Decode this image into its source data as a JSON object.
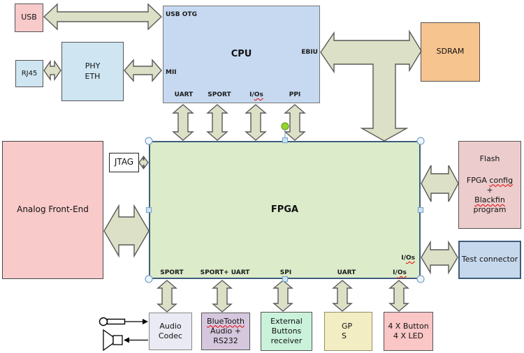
{
  "palette": {
    "arrow_fill": "#dce0c6",
    "arrow_stroke": "#595959",
    "cpu_fill": "#c6d9f0",
    "fpga_fill": "#dcecca",
    "fpga_border": "#3e5c7c",
    "sdram_fill": "#f6c48f",
    "usb_fill": "#f9caca",
    "analog_fill": "#f9caca",
    "phy_fill": "#cfe6f2",
    "flash_fill": "#eccccc",
    "test_fill": "#c6d8ec",
    "audio_fill": "#e9eaf3",
    "bluetooth_fill": "#d5c8de",
    "external_fill": "#caf2da",
    "gps_fill": "#f3edc3",
    "buttons_fill": "#fac6c6",
    "selection_handle_fill": "#cfe6f7",
    "rotation_handle_fill": "#94d62b",
    "misspell_underline": "#e60000"
  },
  "boxes": {
    "usb": {
      "label": "USB"
    },
    "rj45": {
      "label": "RJ45"
    },
    "phy_eth": {
      "line1": "PHY",
      "line2": "ETH"
    },
    "cpu": {
      "label": "CPU"
    },
    "sdram": {
      "label": "SDRAM"
    },
    "fpga": {
      "label": "FPGA"
    },
    "analog_front_end": {
      "label": "Analog Front-End"
    },
    "jtag": {
      "label": "JTAG"
    },
    "flash": {
      "line1": "Flash",
      "line2_prefix": "FPGA ",
      "line2_flagged": "config",
      "line3": "+",
      "line4_flagged": "Blackfin",
      "line5": "program"
    },
    "test_connector": {
      "label": "Test connector"
    },
    "audio_codec": {
      "line1": "Audio",
      "line2": "Codec"
    },
    "bluetooth": {
      "line1_flagged": "BlueTooth",
      "line2": "Audio +",
      "line3": "RS232"
    },
    "external_buttons": {
      "line1": "External",
      "line2": "Buttons",
      "line3": "receiver"
    },
    "gps": {
      "line1": "GP",
      "line2": "S"
    },
    "buttons_leds": {
      "line1": "4 X Button",
      "line2": "4 X LED"
    }
  },
  "ports": {
    "cpu": {
      "usb_otg": "USB OTG",
      "mii": "MII",
      "ebiu": "EBIU",
      "uart": "UART",
      "sport": "SPORT",
      "ios_prefix": "I/",
      "ios_flagged": "Os",
      "ppi": "PPI"
    },
    "fpga": {
      "sport": "SPORT",
      "sport_uart": "SPORT+ UART",
      "spi": "SPI",
      "uart": "UART",
      "ios_bottom_prefix": "I/",
      "ios_bottom_flagged": "Os",
      "ios_right_prefix": "I/",
      "ios_right_flagged": "Os"
    }
  }
}
